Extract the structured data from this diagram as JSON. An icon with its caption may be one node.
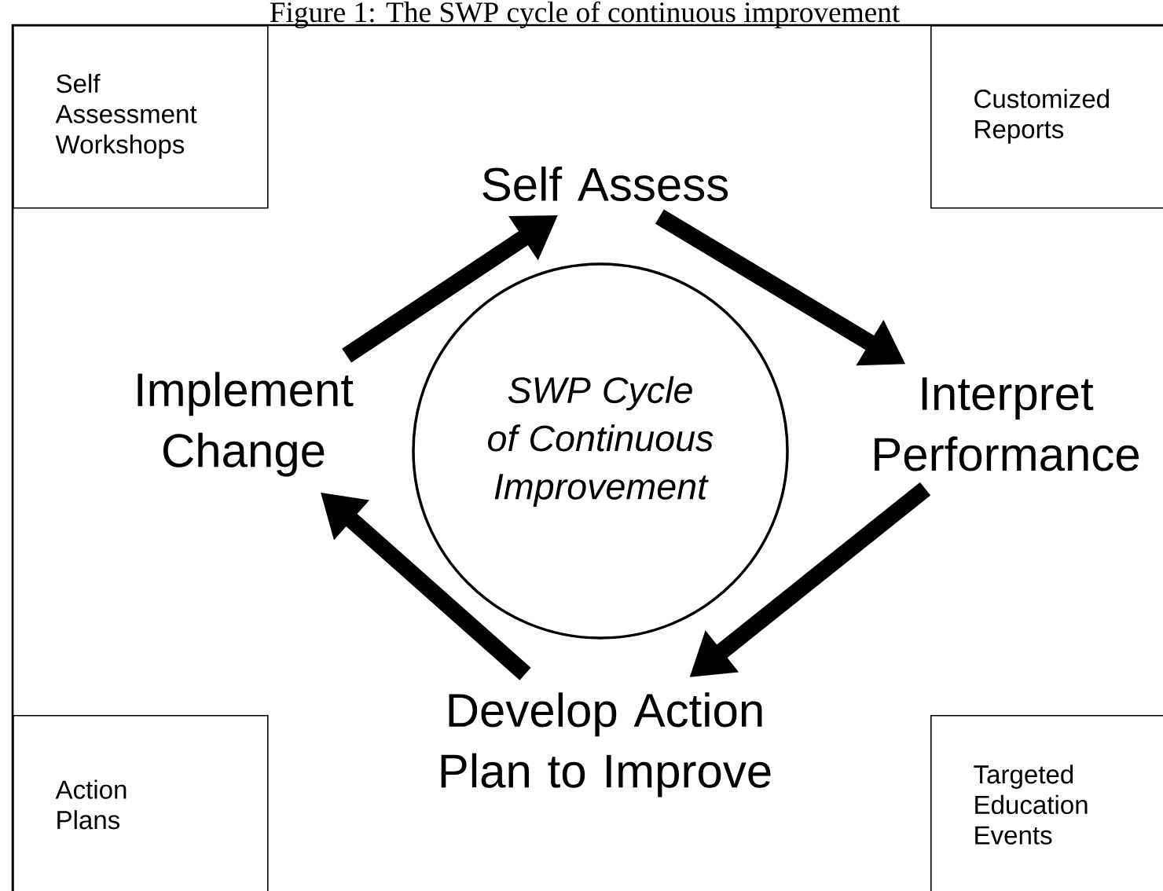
{
  "diagram": {
    "title": "Figure 1: The SWP cycle of continuous improvement",
    "nodes": [
      {
        "text": [
          "Self Assessment Workshops"
        ]
      },
      {
        "text": [
          "Customized Reports"
        ]
      },
      {
        "text": [
          "Self Assess"
        ]
      },
      {
        "text": [
          "Implement Change"
        ]
      },
      {
        "text": [
          "SWP Cycle of Continuous Improvement"
        ]
      },
      {
        "text": [
          "Interpret Performance"
        ]
      },
      {
        "text": [
          "Develop Action Plan to Improve"
        ]
      },
      {
        "text": [
          "Action Plans"
        ]
      },
      {
        "text": [
          "Targeted Education Events"
        ]
      }
    ],
    "edges": [
      {
        "from": 3,
        "to": 2,
        "arrow": "to"
      },
      {
        "from": 2,
        "to": 5,
        "arrow": "to"
      },
      {
        "from": 5,
        "to": 6,
        "arrow": "to"
      },
      {
        "from": 6,
        "to": 3,
        "arrow": "to"
      }
    ]
  }
}
